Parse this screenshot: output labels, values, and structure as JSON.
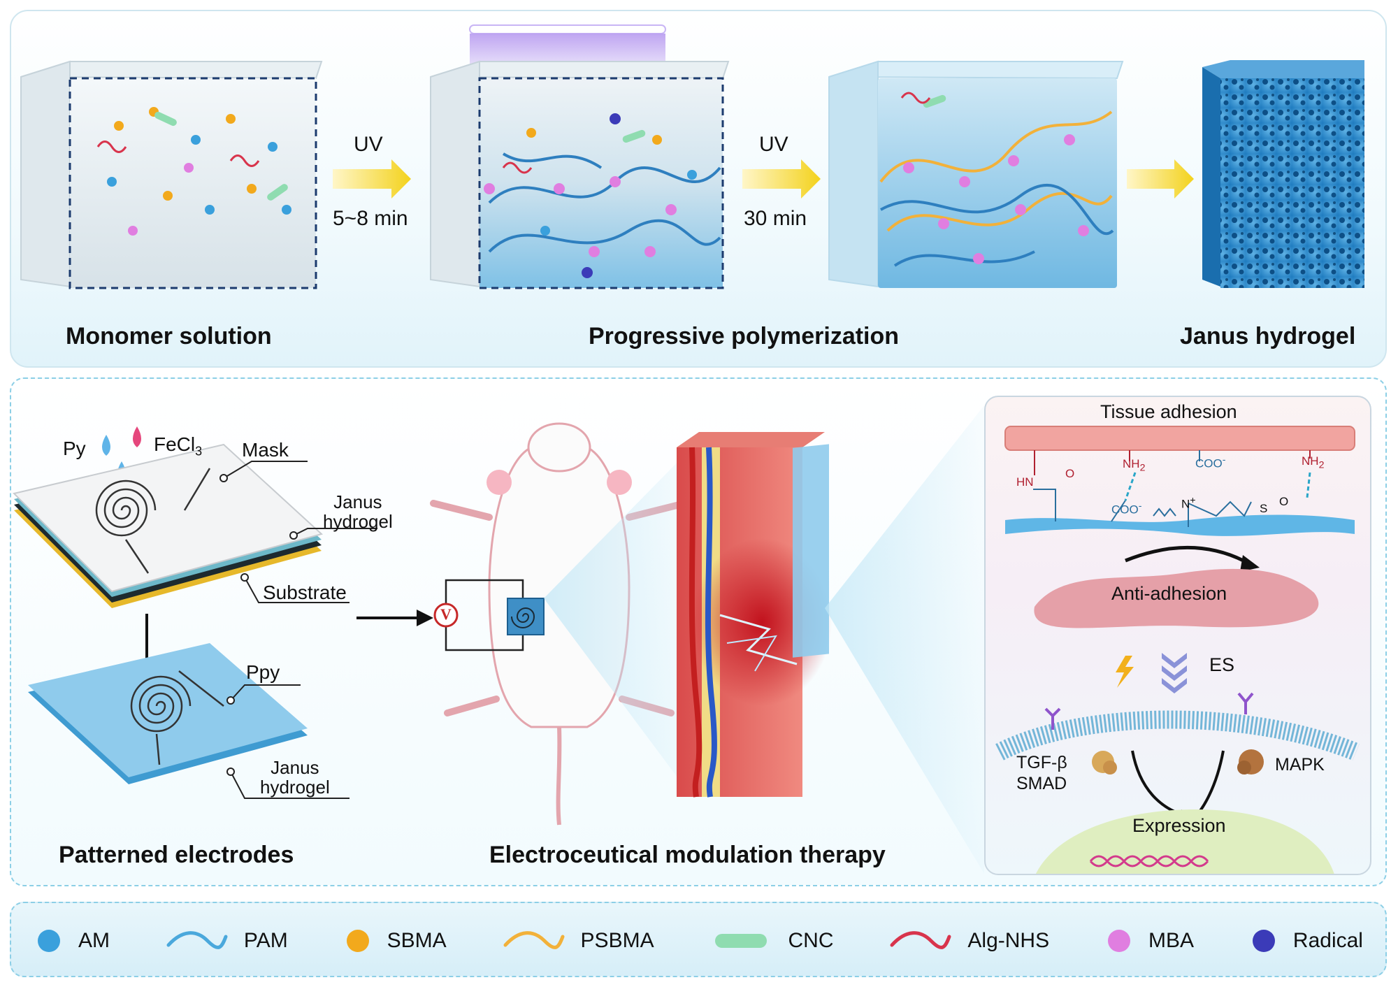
{
  "synthesis": {
    "steps": [
      {
        "label": "Monomer solution"
      },
      {
        "label": "Progressive polymerization"
      },
      {
        "label": "Janus hydrogel"
      }
    ],
    "arrows": [
      {
        "top": "UV",
        "bottom": "5~8 min"
      },
      {
        "top": "UV",
        "bottom": "30 min"
      },
      {
        "top": "",
        "bottom": ""
      }
    ]
  },
  "electrodes": {
    "reagents": {
      "py": "Py",
      "fecl3": "FeCl",
      "fecl3_sub": "3"
    },
    "labels": {
      "mask": "Mask",
      "janus_top_1": "Janus",
      "janus_top_2": "hydrogel",
      "substrate": "Substrate",
      "ppy": "Ppy",
      "janus_bottom_1": "Janus",
      "janus_bottom_2": "hydrogel"
    },
    "caption": "Patterned electrodes"
  },
  "therapy": {
    "caption": "Electroceutical modulation therapy",
    "voltmeter": "V"
  },
  "mechanism": {
    "title": "Tissue adhesion",
    "groups": {
      "hn": "HN",
      "o": "O",
      "nh2_a": "NH",
      "nh2_b": "NH",
      "two": "2",
      "coo": "COO",
      "minus": "-",
      "n": "N",
      "plus": "+",
      "s": "S",
      "o2": "O"
    },
    "anti_adhesion": "Anti-adhesion",
    "es": "ES",
    "tgf_1": "TGF-β",
    "tgf_2": "SMAD",
    "mapk": "MAPK",
    "expression": "Expression"
  },
  "legend": {
    "items": [
      {
        "name": "AM",
        "icon": "sphere",
        "color": "#3aa0dc"
      },
      {
        "name": "PAM",
        "icon": "wave",
        "color": "#4aa8dc"
      },
      {
        "name": "SBMA",
        "icon": "sphere",
        "color": "#f2a91c"
      },
      {
        "name": "PSBMA",
        "icon": "wave",
        "color": "#f2b13a"
      },
      {
        "name": "CNC",
        "icon": "rod",
        "color": "#8fdcb0"
      },
      {
        "name": "Alg-NHS",
        "icon": "wave",
        "color": "#d8344c"
      },
      {
        "name": "MBA",
        "icon": "sphere",
        "color": "#e07ee0"
      },
      {
        "name": "Radical",
        "icon": "sphere",
        "color": "#3b3bb8"
      }
    ]
  }
}
